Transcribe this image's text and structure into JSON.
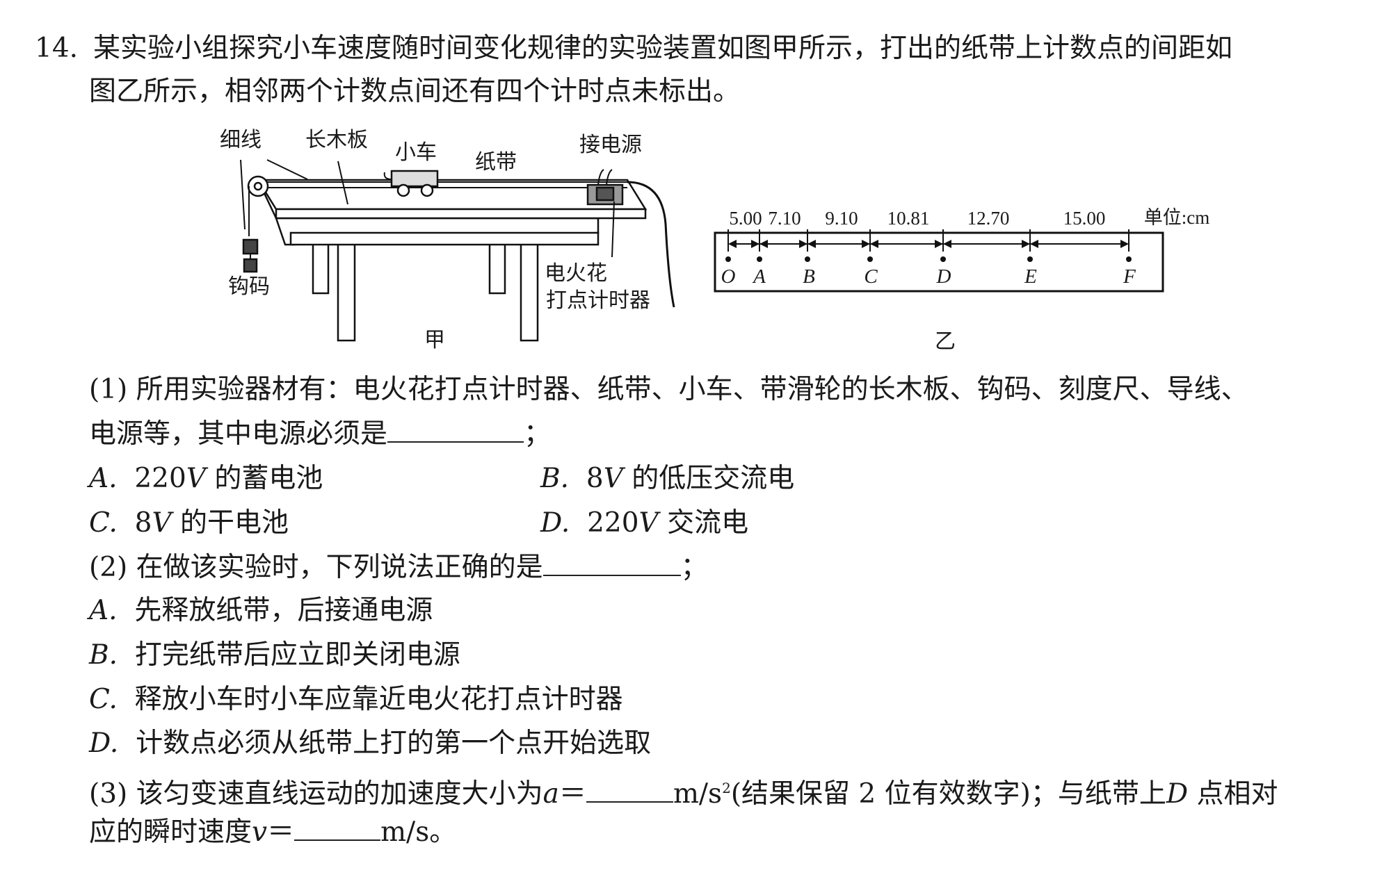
{
  "question": {
    "number": "14.",
    "stem_line1": "某实验小组探究小车速度随时间变化规律的实验装置如图甲所示，打出的纸带上计数点的间距如",
    "stem_line2": "图乙所示，相邻两个计数点间还有四个计时点未标出。"
  },
  "figure_jia": {
    "caption": "甲",
    "labels": {
      "thread": "细线",
      "board": "长木板",
      "cart": "小车",
      "tape": "纸带",
      "power": "接电源",
      "weights": "钩码",
      "timer_line1": "电火花",
      "timer_line2": "打点计时器"
    }
  },
  "figure_yi": {
    "caption": "乙",
    "unit": "单位:cm",
    "intervals": [
      "5.00",
      "7.10",
      "9.10",
      "10.81",
      "12.70",
      "15.00"
    ],
    "points": [
      "O",
      "A",
      "B",
      "C",
      "D",
      "E",
      "F"
    ]
  },
  "part1": {
    "line1": "(1) 所用实验器材有：电火花打点计时器、纸带、小车、带滑轮的长木板、钩码、刻度尺、导线、",
    "line2": "电源等，其中电源必须是",
    "end": "；",
    "options": [
      {
        "letter": "A.",
        "volt": "220",
        "unit": "V",
        "text": " 的蓄电池"
      },
      {
        "letter": "B.",
        "volt": "8",
        "unit": "V",
        "text": " 的低压交流电"
      },
      {
        "letter": "C.",
        "volt": "8",
        "unit": "V",
        "text": " 的干电池"
      },
      {
        "letter": "D.",
        "volt": "220",
        "unit": "V",
        "text": " 交流电"
      }
    ]
  },
  "part2": {
    "line1": "(2) 在做该实验时，下列说法正确的是",
    "end": "；",
    "options": [
      {
        "letter": "A.",
        "text": "先释放纸带，后接通电源"
      },
      {
        "letter": "B.",
        "text": "打完纸带后应立即关闭电源"
      },
      {
        "letter": "C.",
        "text": "释放小车时小车应靠近电火花打点计时器"
      },
      {
        "letter": "D.",
        "text": "计数点必须从纸带上打的第一个点开始选取"
      }
    ]
  },
  "part3": {
    "pre": "(3) 该匀变速直线运动的加速度大小为",
    "a_var": "a",
    "eq": "＝",
    "unit1": "m/s",
    "sup": "2",
    "mid": "(结果保留 2 位有效数字)；与纸带上",
    "d_var": "D",
    "post": " 点相对",
    "line2_pre": "应的瞬时速度",
    "v_var": "v",
    "unit2": "m/s。"
  }
}
